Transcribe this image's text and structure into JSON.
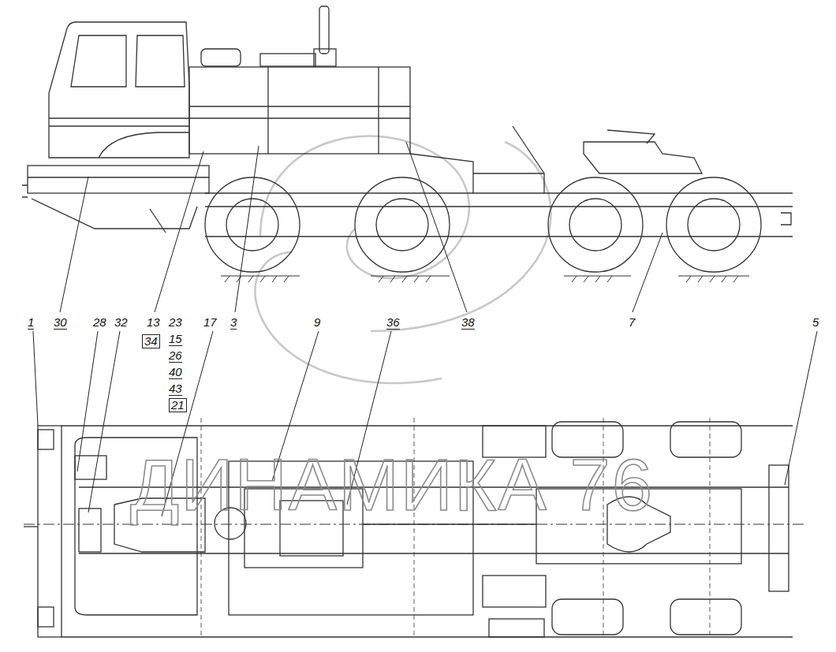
{
  "diagram": {
    "labels": [
      "1",
      "30",
      "28",
      "32",
      "13",
      "23",
      "34",
      "15",
      "26",
      "40",
      "43",
      "21",
      "17",
      "3",
      "9",
      "36",
      "38",
      "7",
      "5",
      "ДИНАМИКА 76"
    ]
  }
}
